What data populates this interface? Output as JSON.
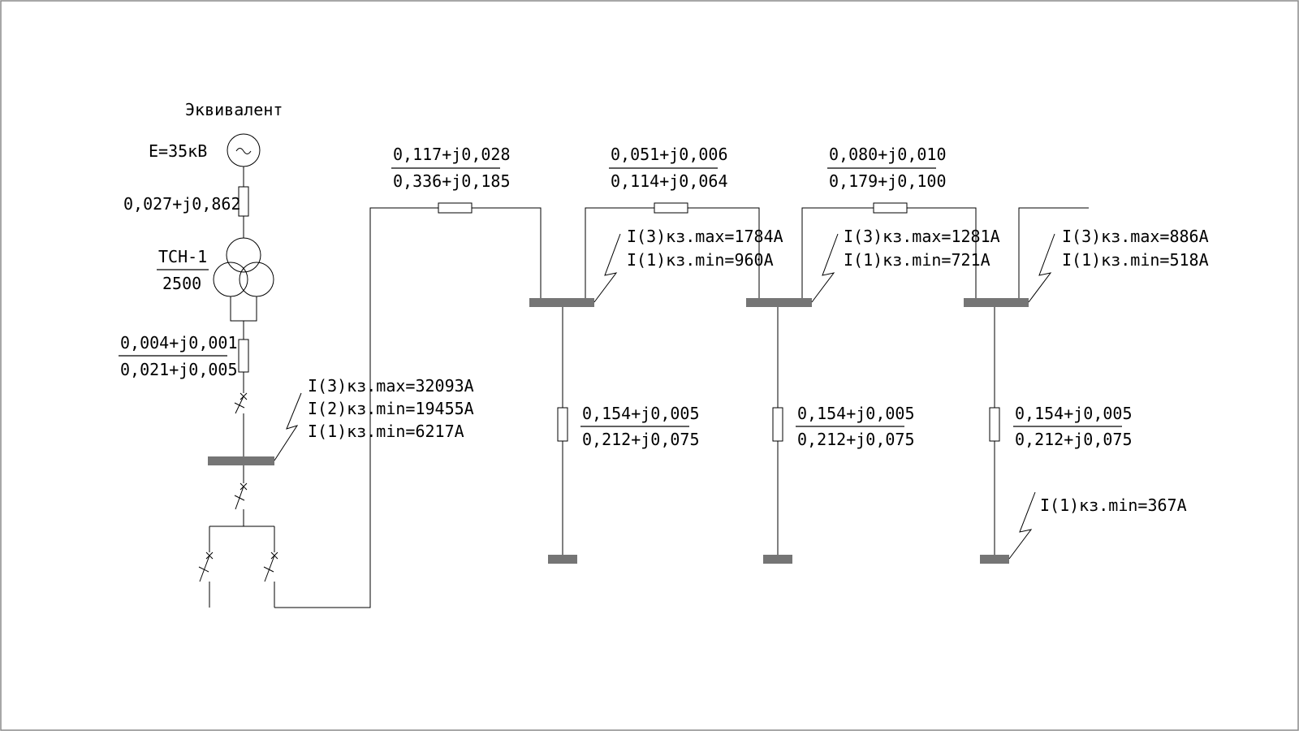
{
  "source": {
    "title": "Эквивалент",
    "emf": "E=35кВ",
    "impedance": "0,027+j0,862"
  },
  "transformer": {
    "name": "ТСН-1",
    "rating": "2500"
  },
  "transformer_lead": {
    "top": "0,004+j0,001",
    "bottom": "0,021+j0,005"
  },
  "main_bus_fault": [
    "I(3)кз.max=32093A",
    "I(2)кз.min=19455A",
    "I(1)кз.min=6217A"
  ],
  "feeder_segments": [
    {
      "top": "0,117+j0,028",
      "bottom": "0,336+j0,185"
    },
    {
      "top": "0,051+j0,006",
      "bottom": "0,114+j0,064"
    },
    {
      "top": "0,080+j0,010",
      "bottom": "0,179+j0,100"
    }
  ],
  "node_faults": [
    {
      "max": "I(3)кз.max=1784A",
      "min": "I(1)кз.min=960A"
    },
    {
      "max": "I(3)кз.max=1281A",
      "min": "I(1)кз.min=721A"
    },
    {
      "max": "I(3)кз.max=886A",
      "min": "I(1)кз.min=518A"
    }
  ],
  "branches": [
    {
      "top": "0,154+j0,005",
      "bottom": "0,212+j0,075"
    },
    {
      "top": "0,154+j0,005",
      "bottom": "0,212+j0,075"
    },
    {
      "top": "0,154+j0,005",
      "bottom": "0,212+j0,075"
    }
  ],
  "end_fault": "I(1)кз.min=367A"
}
